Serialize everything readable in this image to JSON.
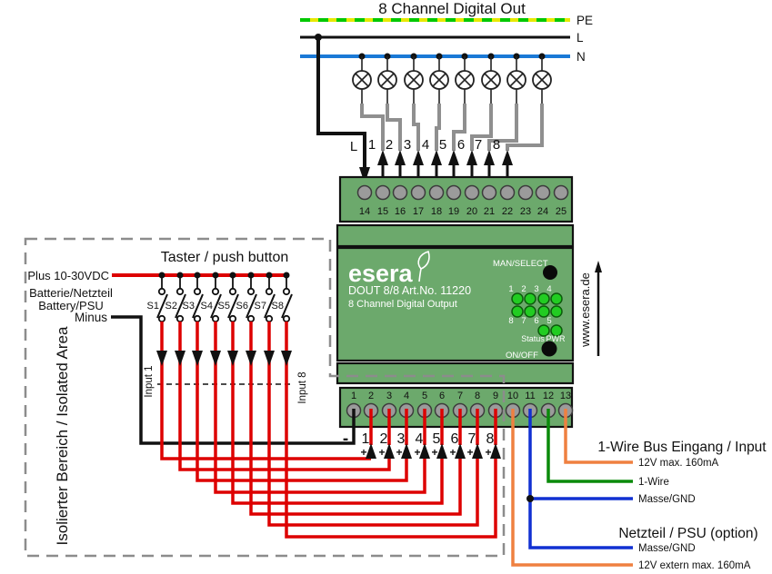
{
  "title": "8 Channel Digital Out",
  "bus": {
    "pe": "PE",
    "l": "L",
    "n": "N"
  },
  "top_channels": {
    "l_label": "L",
    "labels": [
      "1",
      "2",
      "3",
      "4",
      "5",
      "6",
      "7",
      "8"
    ]
  },
  "top_terminals": [
    "14",
    "15",
    "16",
    "17",
    "18",
    "19",
    "20",
    "21",
    "22",
    "23",
    "24",
    "25"
  ],
  "module": {
    "brand": "esera",
    "model": "DOUT 8/8 Art.No. 11220",
    "subtitle": "8 Channel Digital Output",
    "man_select": "MAN/SELECT",
    "on_off": "ON/OFF",
    "status": "Status",
    "pwr": "PWR",
    "led_numbers_top": [
      "1",
      "2",
      "3",
      "4"
    ],
    "led_numbers_bottom": [
      "8",
      "7",
      "6",
      "5"
    ],
    "website": "www.esera.de"
  },
  "bottom_terminals": [
    "1",
    "2",
    "3",
    "4",
    "5",
    "6",
    "7",
    "8",
    "9",
    "10",
    "11",
    "12",
    "13"
  ],
  "bottom_channels": {
    "minus": "-",
    "plus": "+",
    "numbers": [
      "1",
      "2",
      "3",
      "4",
      "5",
      "6",
      "7",
      "8"
    ]
  },
  "isolated_area": {
    "label": "Isolierter Bereich / Isolated Area",
    "heading": "Taster / push button",
    "plus_label": "Plus 10-30VDC",
    "battery_de": "Batterie/Netzteil",
    "battery_en": "Battery/PSU",
    "minus_label": "Minus",
    "switches": [
      "S1",
      "S2",
      "S3",
      "S4",
      "S5",
      "S6",
      "S7",
      "S8"
    ],
    "input1": "Input 1",
    "input8": "Input 8"
  },
  "onewire": {
    "heading": "1-Wire Bus Eingang / Input",
    "v12": "12V max. 160mA",
    "wire": "1-Wire",
    "gnd": "Masse/GND"
  },
  "psu": {
    "heading": "Netzteil / PSU (option)",
    "gnd": "Masse/GND",
    "v12": "12V extern max. 160mA"
  },
  "colors": {
    "module_green": "#6ca96c",
    "wire_red": "#dd0000",
    "wire_blue": "#1130d2",
    "wire_orange": "#ef8040",
    "wire_green": "#0a8a0a",
    "wire_gray": "#8f8f8f",
    "bus_n_blue": "#1a79d6",
    "pe_yellow": "#ececec00",
    "pe_dash_green": "#00c800",
    "led_green": "#22cc22"
  }
}
